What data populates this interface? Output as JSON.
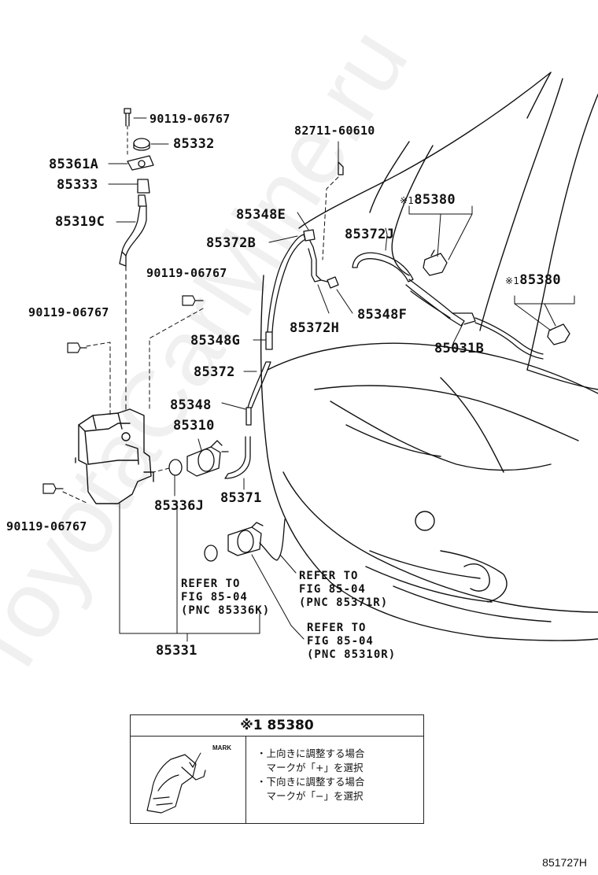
{
  "parts": {
    "p90119_top": "90119-06767",
    "p85332": "85332",
    "p85361A": "85361A",
    "p85333": "85333",
    "p85319C": "85319C",
    "p90119_mid": "90119-06767",
    "p90119_left": "90119-06767",
    "p90119_bottom": "90119-06767",
    "p82711": "82711-60610",
    "p85348E": "85348E",
    "p85372B": "85372B",
    "p85372J": "85372J",
    "p85380_a_mark": "※1",
    "p85380_a": "85380",
    "p85380_b_mark": "※1",
    "p85380_b": "85380",
    "p85348F": "85348F",
    "p85372H": "85372H",
    "p85348G": "85348G",
    "p85031B": "85031B",
    "p85372": "85372",
    "p85348": "85348",
    "p85310": "85310",
    "p85336J": "85336J",
    "p85371": "85371",
    "p85331": "85331"
  },
  "refs": {
    "ref1": [
      "REFER TO",
      "FIG 85-04",
      "(PNC 85371R)"
    ],
    "ref2": [
      "REFER TO",
      "FIG 85-04",
      "(PNC 85336K)"
    ],
    "ref3": [
      "REFER TO",
      "FIG 85-04",
      "(PNC 85310R)"
    ]
  },
  "note_table": {
    "header": "※1 85380",
    "mark_label": "MARK",
    "lines": [
      "・上向きに調整する場合",
      "　マークが「+」を選択",
      "・下向きに調整する場合",
      "　マークが「−」を選択"
    ]
  },
  "figure_id": "851727H",
  "watermark": "ToyotaCarMine.ru"
}
